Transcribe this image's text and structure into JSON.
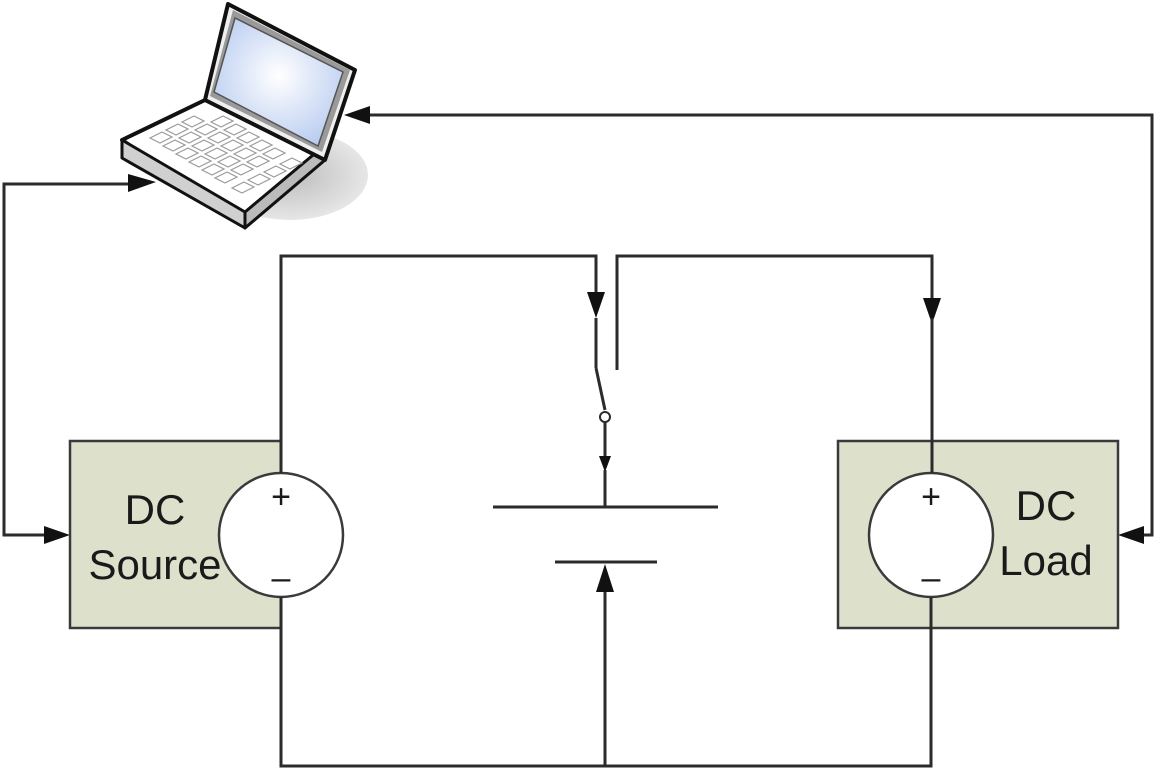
{
  "source_box": {
    "line1": "DC",
    "line2": "Source"
  },
  "load_box": {
    "line1": "DC",
    "line2": "Load"
  },
  "source_polarity": {
    "plus": "+",
    "minus": "–"
  },
  "load_polarity": {
    "plus": "+",
    "minus": "–"
  },
  "icons": {
    "computer": "laptop-icon"
  },
  "colors": {
    "box_fill": "#dde1cb",
    "line": "#2b2b2b",
    "screen": "#d8e4f8"
  }
}
